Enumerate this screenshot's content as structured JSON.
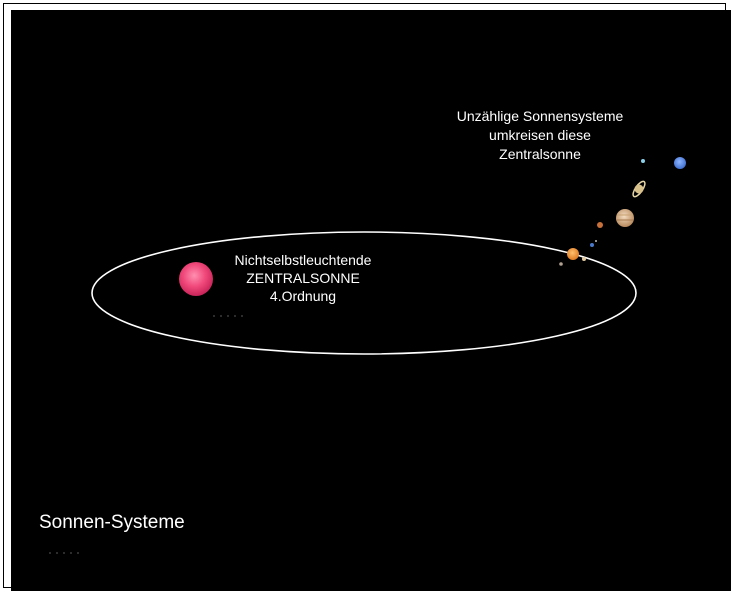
{
  "labels": {
    "central_sun": [
      "Nichtselbstleuchtende",
      "ZENTRALSONNE",
      "4.Ordnung"
    ],
    "solar_systems": [
      "Unzählige Sonnensysteme",
      "umkreisen diese",
      "Zentralsonne"
    ],
    "title": "Sonnen-Systeme"
  },
  "colors": {
    "background": "#000000",
    "frame": "#ffffff",
    "orbit": "#ffffff",
    "central_sun": "#f0487a",
    "text": "#ffffff"
  },
  "icons": {
    "central_sun": "pink-sun-icon",
    "solar_system": "solar-system-planets-icon"
  }
}
